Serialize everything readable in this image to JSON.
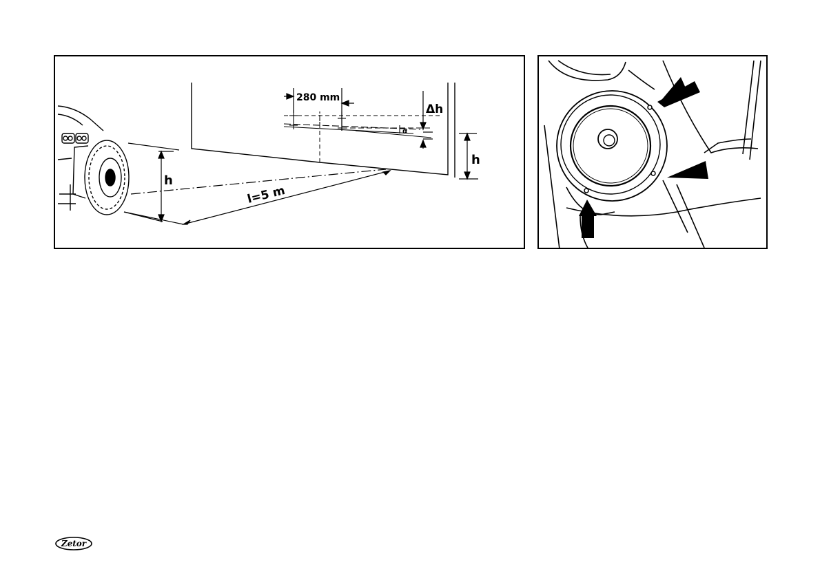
{
  "headlamp_figure": {
    "label_h_left": "h",
    "label_h_right": "h",
    "label_distance": "l=5 m",
    "label_spacing": "280 mm",
    "label_delta_h": "Δh",
    "label_alpha": "α"
  },
  "adjuster_figure": {
    "arrow_count": 3
  },
  "footer": {
    "logo_text": "Zetor"
  }
}
